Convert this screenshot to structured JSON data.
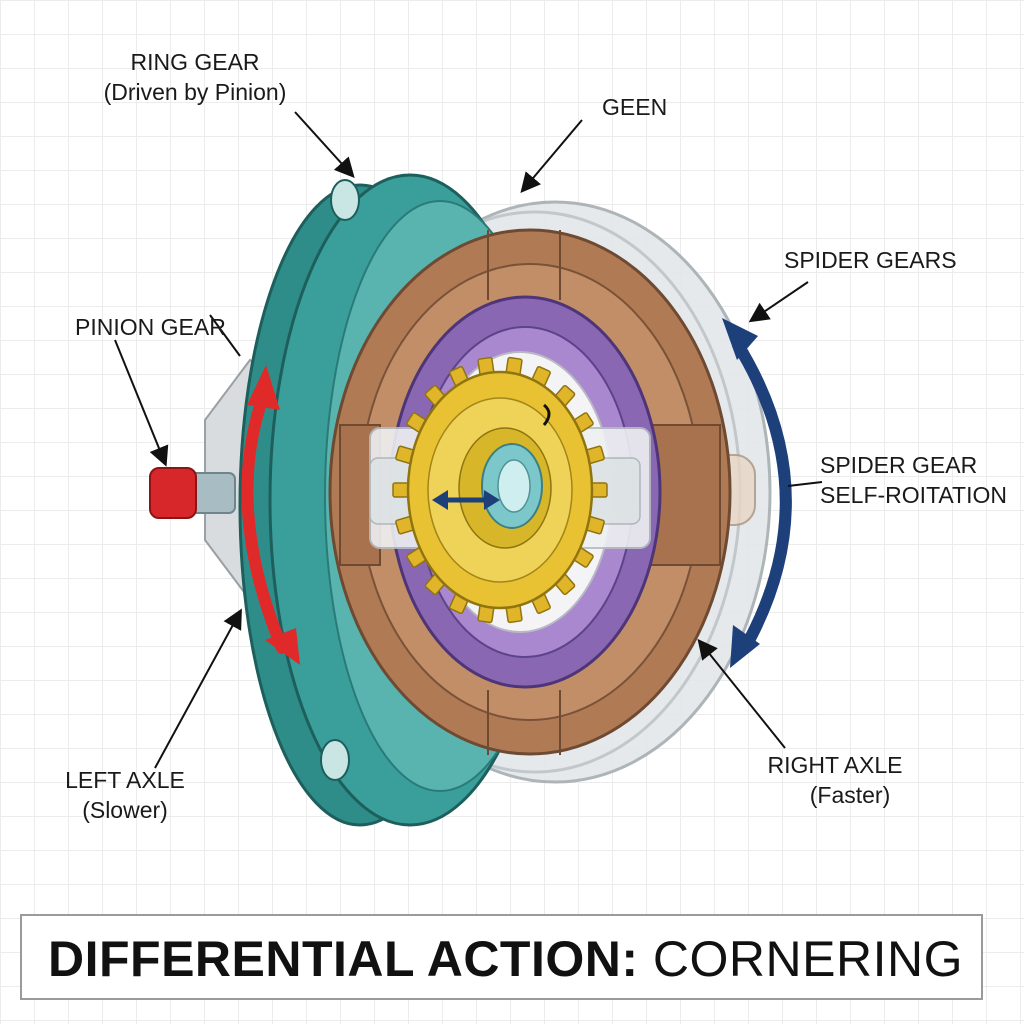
{
  "labels": {
    "ring_gear_line1": "RING GEAR",
    "ring_gear_line2": "(Driven by Pinion)",
    "geen": "GEEN",
    "spider_gears": "SPIDER GEARS",
    "pinion_gear": "PINION GEAR",
    "spider_self_line1": "SPIDER GEAR",
    "spider_self_line2": "SELF-ROITATION",
    "left_axle_line1": "LEFT AXLE",
    "left_axle_line2": "(Slower)",
    "right_axle_line1": "RIGHT AXLE",
    "right_axle_line2": "(Faster)"
  },
  "title": {
    "bold": "DIFFERENTIAL ACTION:",
    "light": " CORNERING"
  },
  "colors": {
    "ring_gear": "#3a9e9a",
    "carrier": "#b07a55",
    "side_gear": "#8a67b3",
    "spider_gear": "#e8c232",
    "pinion_cap": "#d8272a",
    "arrow_left": "#e02a2a",
    "arrow_right": "#1d3f7a",
    "housing": "#d9dde0"
  }
}
